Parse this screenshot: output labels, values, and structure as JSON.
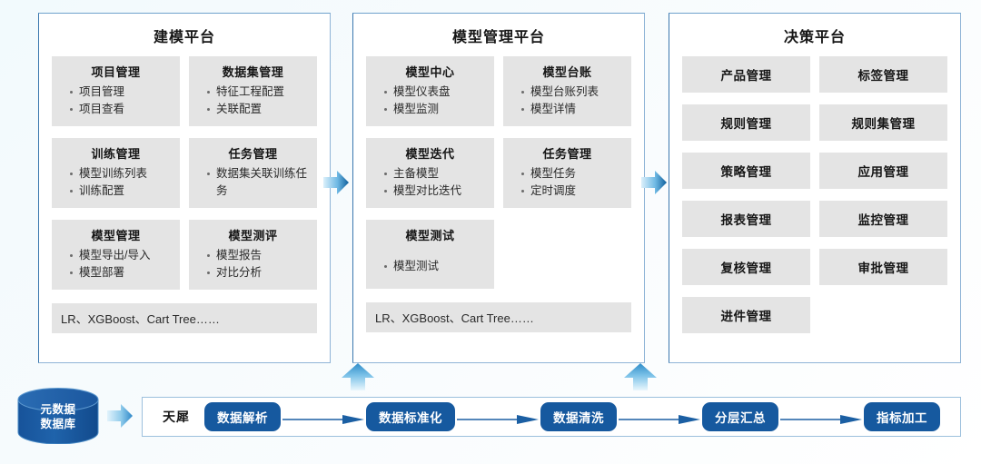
{
  "platforms": [
    {
      "title": "建模平台",
      "cards": [
        {
          "title": "项目管理",
          "items": [
            "项目管理",
            "项目查看"
          ]
        },
        {
          "title": "数据集管理",
          "items": [
            "特征工程配置",
            "关联配置"
          ]
        },
        {
          "title": "训练管理",
          "items": [
            "模型训练列表",
            "训练配置"
          ]
        },
        {
          "title": "任务管理",
          "items": [
            "数据集关联训练任务"
          ]
        },
        {
          "title": "模型管理",
          "items": [
            "模型导出/导入",
            "模型部署"
          ]
        },
        {
          "title": "模型测评",
          "items": [
            "模型报告",
            "对比分析"
          ]
        }
      ],
      "algorithms": "LR、XGBoost、Cart Tree……"
    },
    {
      "title": "模型管理平台",
      "cards": [
        {
          "title": "模型中心",
          "items": [
            "模型仪表盘",
            "模型监测"
          ]
        },
        {
          "title": "模型台账",
          "items": [
            "模型台账列表",
            "模型详情"
          ]
        },
        {
          "title": "模型迭代",
          "items": [
            "主备模型",
            "模型对比迭代"
          ]
        },
        {
          "title": "任务管理",
          "items": [
            "模型任务",
            "定时调度"
          ]
        },
        {
          "title": "模型测试",
          "items": [
            "模型测试"
          ]
        }
      ],
      "algorithms": "LR、XGBoost、Cart Tree……"
    },
    {
      "title": "决策平台",
      "tiles": [
        "产品管理",
        "标签管理",
        "规则管理",
        "规则集管理",
        "策略管理",
        "应用管理",
        "报表管理",
        "监控管理",
        "复核管理",
        "审批管理",
        "进件管理"
      ]
    }
  ],
  "datasource": {
    "label_line1": "元数据",
    "label_line2": "数据库"
  },
  "pipeline": {
    "name": "天犀",
    "steps": [
      "数据解析",
      "数据标准化",
      "数据清洗",
      "分层汇总",
      "指标加工"
    ]
  },
  "colors": {
    "panel_border": "#8fb4d6",
    "card_bg": "#e4e4e4",
    "pill_blue": "#16599f",
    "arrow_blue": "#2e87c8",
    "cylinder_blue": "#1d5fa4",
    "background": "#f4fafd"
  }
}
